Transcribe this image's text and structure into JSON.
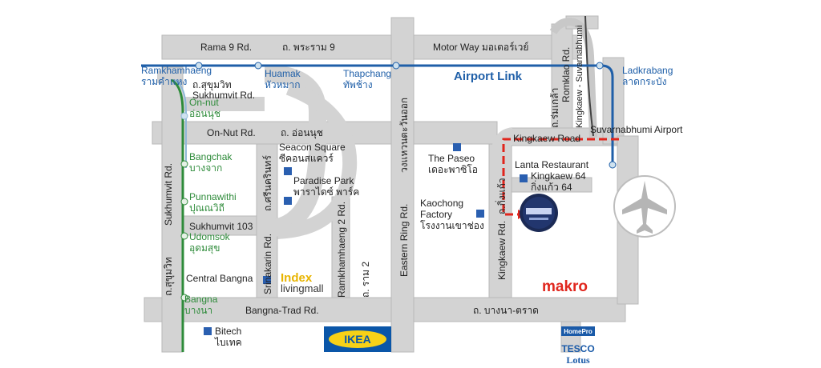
{
  "roads": {
    "rama9": "Rama 9 Rd.",
    "rama9_th": "ถ. พระราม 9",
    "motorway": "Motor Way มอเตอร์เวย์",
    "sukhumvit_th_top": "ถ.สุขุมวิท",
    "sukhumvit_rd": "Sukhumvit Rd.",
    "onnut_rd": "On-Nut Rd.",
    "onnut_th": "ถ. อ่อนนุช",
    "sukhumvit103": "Sukhumvit 103",
    "sukhumvit_vertical": "Sukhumvit Rd.",
    "sukhumvit_vertical_th": "ถ.สุขุมวิท",
    "srinakarin": "Srinakarin Rd.",
    "srinakarin_th": "ถ.ศรีนครินทร์",
    "ramkhamhaeng2": "Ramkhamhaeng 2 Rd.",
    "ramkhamhaeng2_th": "ถ. ราม 2",
    "eastern_ring": "Eastern Ring Rd.",
    "eastern_ring_th": "วงแหวนตะวันออก",
    "kingkaew": "Kingkaew Rd.",
    "kingkaew_th": "ถ.กิ่งแก้ว",
    "kingkaew_road": "Kingkaew Road",
    "romklao": "Romklao Rd.",
    "romklao_th": "ถ.ร่มเกล้า",
    "kingkaew_suvarnabhumi": "Kingkaew - Suvarnabhumi",
    "kingkaew64": "Kingkaew 64",
    "kingkaew64_th": "กิ่งแก้ว 64",
    "bangna_trad": "Bangna-Trad Rd.",
    "bangna_trad_th": "ถ. บางนา-ตราด"
  },
  "airport_link": {
    "label": "Airport Link",
    "stations": [
      {
        "en": "Ramkhamhaeng",
        "th": "รามคำแหง"
      },
      {
        "en": "Huamak",
        "th": "หัวหมาก"
      },
      {
        "en": "Thapchang",
        "th": "ทัพช้าง"
      },
      {
        "en": "Ladkrabang",
        "th": "ลาดกระบัง"
      }
    ]
  },
  "bts": {
    "stations": [
      {
        "en": "On-nut",
        "th": "อ่อนนุช"
      },
      {
        "en": "Bangchak",
        "th": "บางจาก"
      },
      {
        "en": "Punnawithi",
        "th": "ปุณณวิถี"
      },
      {
        "en": "Udomsok",
        "th": "อุดมสุข"
      },
      {
        "en": "Bangna",
        "th": "บางนา"
      }
    ]
  },
  "places": {
    "seacon": {
      "en": "Seacon Square",
      "th": "ซีคอนสแควร์"
    },
    "paradise": {
      "en": "Paradise Park",
      "th": "พาราไดซ์ พาร์ค"
    },
    "paseo": {
      "en": "The Paseo",
      "th": "เดอะพาซิโอ"
    },
    "kaochong": {
      "en": "Kaochong",
      "en2": "Factory",
      "th": "โรงงานเขาช่อง"
    },
    "lanta": "Lanta Restaurant",
    "central": "Central Bangna",
    "bitech": {
      "en": "Bitech",
      "th": "ไบเทค"
    },
    "suvarnabhumi": "Suvarnabhumi Airport"
  },
  "logos": {
    "index_top": "Index",
    "index_bottom": "livingmall",
    "ikea": "IKEA",
    "makro": "makro",
    "homepro": "HomePro",
    "tesco": "TESCO",
    "lotus": "Lotus"
  },
  "colors": {
    "road": "#d3d3d3",
    "road_edge": "#b8b8b8",
    "airport_link": "#1f5fa8",
    "bts": "#2e8b3a",
    "route": "#e0261d",
    "marker": "#2a5fb0"
  }
}
